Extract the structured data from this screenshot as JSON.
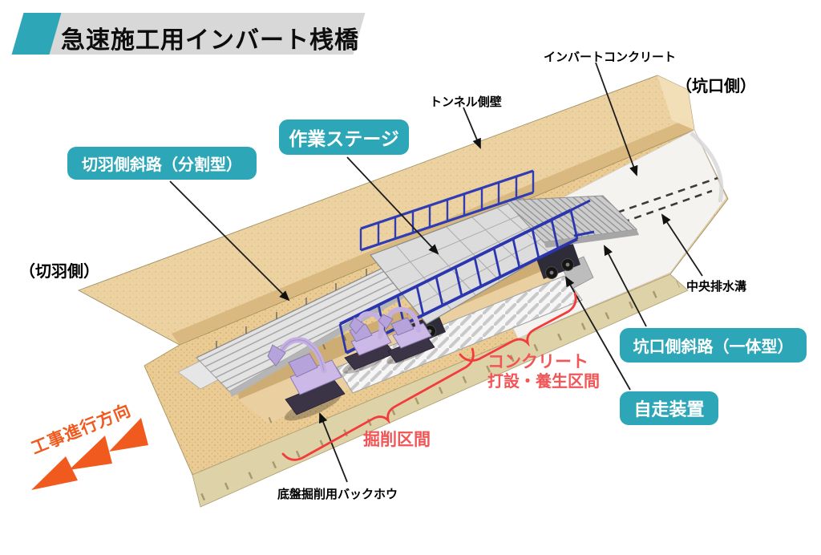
{
  "title": {
    "banner": "急速施工用インバート桟橋"
  },
  "side_labels": {
    "face_side": "（切羽側）",
    "portal_side": "（坑口側）"
  },
  "callouts": {
    "invert_concrete": "インバートコンクリート",
    "tunnel_sidewall": "トンネル側壁",
    "central_drainage": "中央排水溝",
    "bottom_excavation_backhoe": "底盤掘削用バックホウ"
  },
  "badges": {
    "work_stage": "作業ステージ",
    "face_side_ramp": "切羽側斜路（分割型）",
    "portal_side_ramp": "坑口側斜路（一体型）",
    "self_propelled_device": "自走装置"
  },
  "zones": {
    "concrete_zone_line1": "コンクリート",
    "concrete_zone_line2": "打設・養生区間",
    "excavation_zone": "掘削区間"
  },
  "direction_arrow": {
    "label": "工事進行方向"
  },
  "colors": {
    "badge_teal": "#2da7b8",
    "banner_gray": "#d8d8d8",
    "zone_red": "#f23c3c",
    "zone_red_text": "#f15555",
    "direction_orange": "#f05a1e",
    "ground_tan": "#e9cb93",
    "truss_blue": "#2b36ae",
    "concrete_white": "#f4f3f0"
  }
}
